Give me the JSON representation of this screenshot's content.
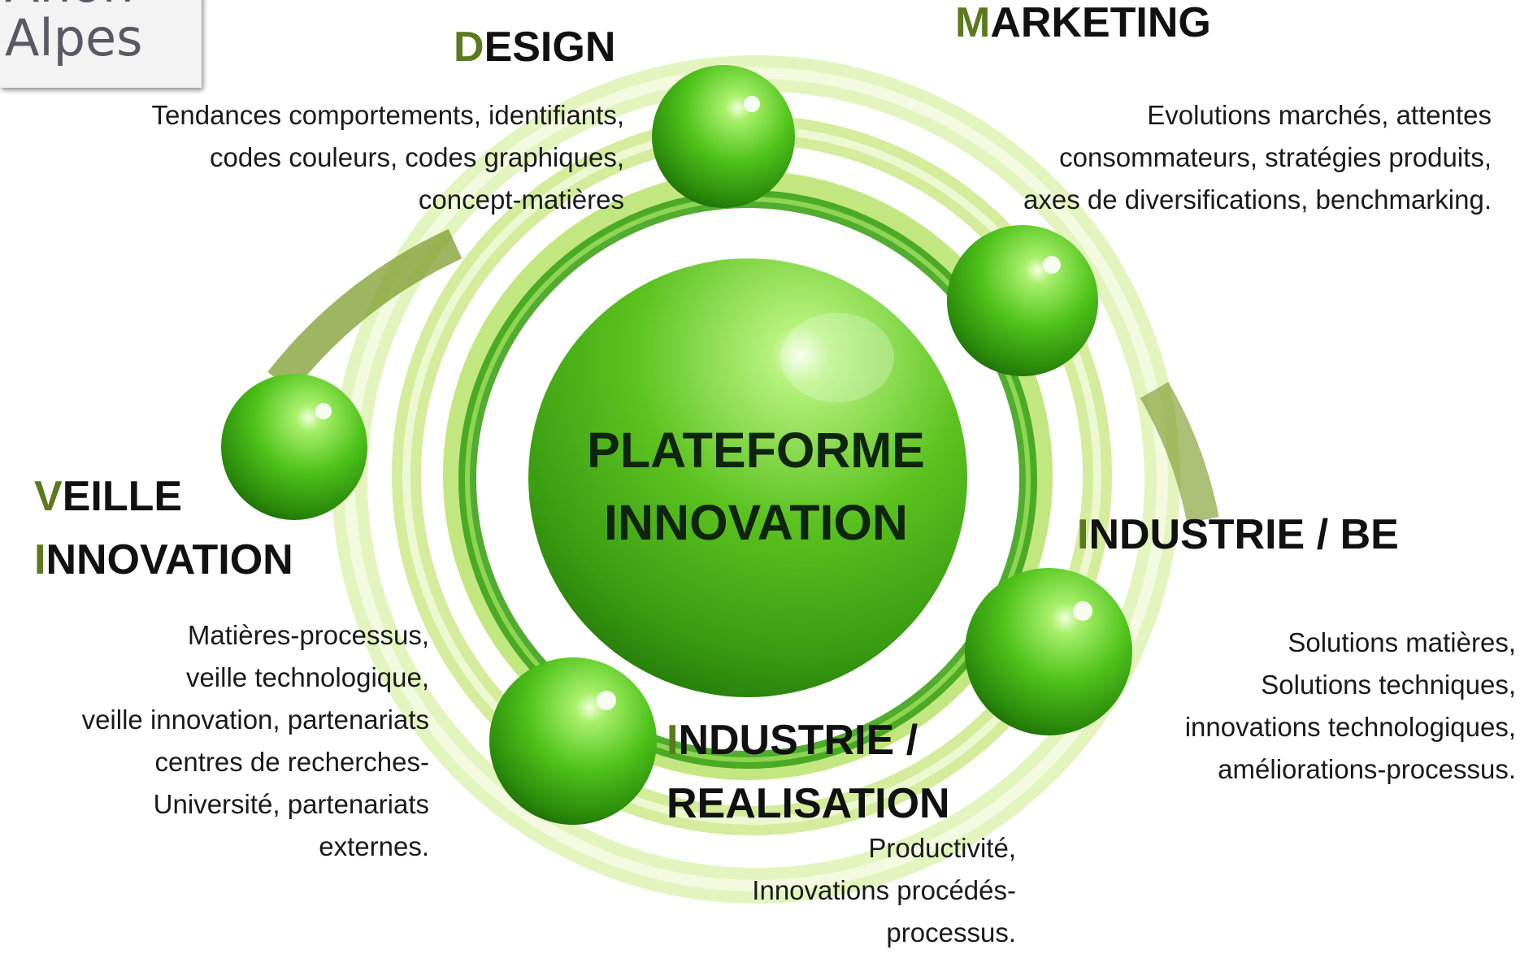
{
  "logo": {
    "line1": "Anon",
    "line2": "Alpes"
  },
  "center": {
    "line1": "PLATEFORME",
    "line2": "INNOVATION"
  },
  "nodes": {
    "design": {
      "initial": "D",
      "rest": "ESIGN",
      "desc": [
        "Tendances comportements, identifiants,",
        "codes couleurs, codes graphiques,",
        "concept-matières"
      ]
    },
    "marketing": {
      "initial": "M",
      "rest": "ARKETING",
      "desc": [
        "Evolutions marchés, attentes",
        "consommateurs, stratégies produits,",
        "axes de diversifications, benchmarking."
      ]
    },
    "veille": {
      "line1_initial": "V",
      "line1_rest": "EILLE",
      "line2_initial": "I",
      "line2_rest": "NNOVATION",
      "desc": [
        "Matières-processus,",
        "veille technologique,",
        "veille innovation, partenariats",
        "centres de recherches-",
        "Université, partenariats",
        "externes."
      ]
    },
    "industrie_be": {
      "initial": "I",
      "rest": "NDUSTRIE / BE",
      "desc": [
        "Solutions matières,",
        "Solutions techniques,",
        "innovations technologiques,",
        "améliorations-processus."
      ]
    },
    "industrie_real": {
      "line1_initial": "I",
      "line1_rest": "NDUSTRIE /",
      "line2": "REALISATION",
      "desc": [
        "Productivité,",
        "Innovations procédés-",
        "processus."
      ]
    }
  },
  "colors": {
    "accent": "#5b7a1d",
    "sphere": "#55c21b",
    "ring": "#c6e872"
  }
}
